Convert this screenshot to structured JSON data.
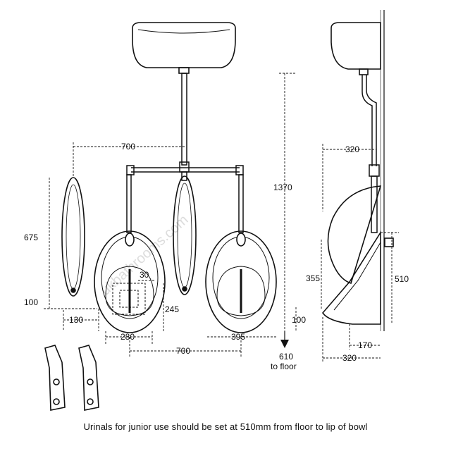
{
  "watermark": "ukbathrooms.com",
  "dimensions": {
    "width_700_top": "700",
    "height_675": "675",
    "offset_100_left": "100",
    "width_130": "130",
    "gap_30": "30",
    "height_245": "245",
    "width_280": "280",
    "width_700_bottom": "700",
    "width_395": "395",
    "height_1370": "1370",
    "floor_610": "610",
    "floor_label": "to floor",
    "offset_100_mid": "100",
    "depth_320_top": "320",
    "height_355": "355",
    "height_510": "510",
    "depth_170": "170",
    "depth_320_bottom": "320"
  },
  "caption": "Urinals for junior use should be set at 510mm from floor to lip of bowl"
}
